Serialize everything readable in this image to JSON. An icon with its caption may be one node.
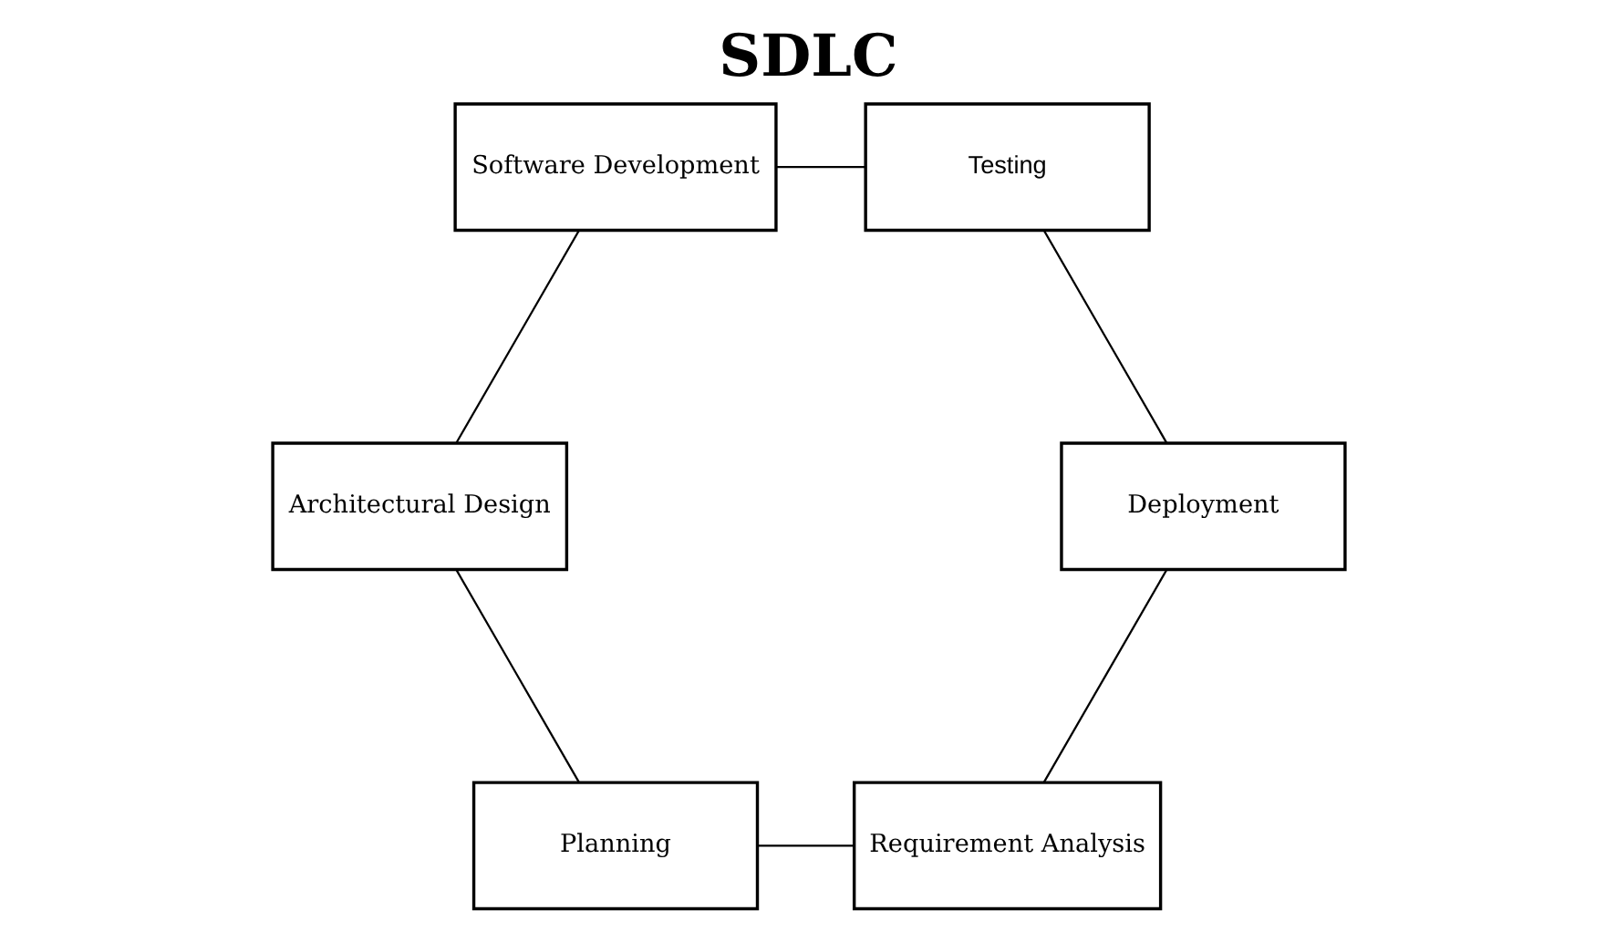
{
  "diagram": {
    "title": "SDLC",
    "nodes": [
      {
        "text": [
          "Requirement Analysis"
        ]
      },
      {
        "text": [
          "Planning"
        ]
      },
      {
        "text": [
          "Architectural Design"
        ]
      },
      {
        "text": [
          "Software Development"
        ]
      },
      {
        "text": [
          "Testing"
        ]
      },
      {
        "text": [
          "Deployment"
        ]
      }
    ],
    "edges": [
      {
        "from": 0,
        "to": 1,
        "arrow": "none"
      },
      {
        "from": 1,
        "to": 2,
        "arrow": "none"
      },
      {
        "from": 2,
        "to": 3,
        "arrow": "none"
      },
      {
        "from": 3,
        "to": 4,
        "arrow": "none"
      },
      {
        "from": 4,
        "to": 5,
        "arrow": "none"
      },
      {
        "from": 5,
        "to": 0,
        "arrow": "none"
      }
    ]
  }
}
